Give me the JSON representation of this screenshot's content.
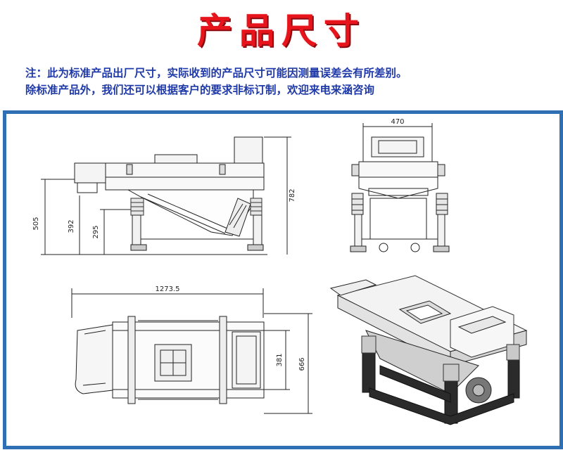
{
  "header": {
    "title": "产品尺寸",
    "note_line1": "注：此为标准产品出厂尺寸，实际收到的产品尺寸可能因测量误差会有所差别。",
    "note_line2": "除标准产品外，我们还可以根据客户的要求非标订制，欢迎来电来涵咨询"
  },
  "dimensions": {
    "front_height_505": "505",
    "front_height_392": "392",
    "front_height_295": "295",
    "front_height_782": "782",
    "side_width_470": "470",
    "top_length_1273": "1273.5",
    "top_width_381": "381",
    "top_width_666": "666"
  },
  "colors": {
    "title": "#e8141b",
    "note": "#1f3aa8",
    "frame": "#2f6fb4"
  }
}
